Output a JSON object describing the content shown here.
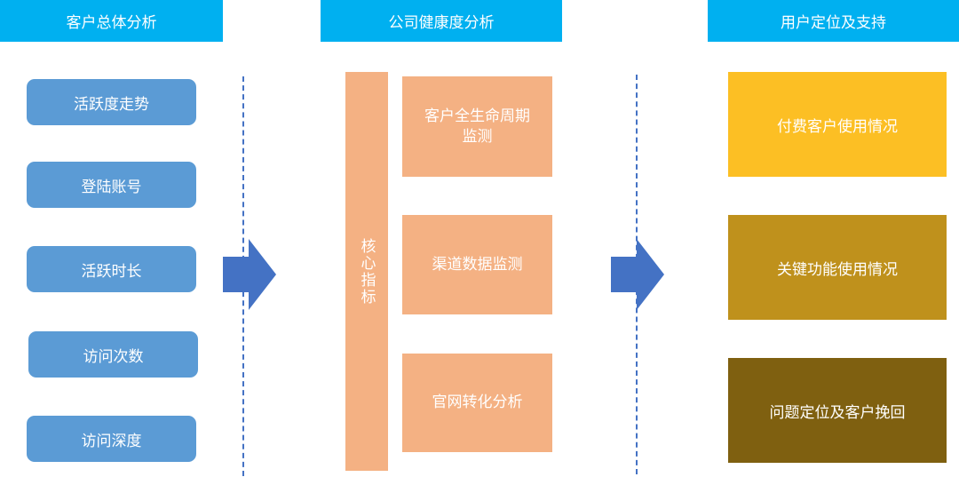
{
  "headers": {
    "left": "客户总体分析",
    "middle": "公司健康度分析",
    "right": "用户定位及支持"
  },
  "left_items": [
    "活跃度走势",
    "登陆账号",
    "活跃时长",
    "访问次数",
    "访问深度"
  ],
  "middle": {
    "core_label": "核心指标",
    "boxes": [
      {
        "line1": "客户全生命周期",
        "line2": "监测"
      },
      {
        "line1": "渠道数据监测",
        "line2": ""
      },
      {
        "line1": "官网转化分析",
        "line2": ""
      }
    ]
  },
  "right_items": [
    "付费客户使用情况",
    "关键功能使用情况",
    "问题定位及客户挽回"
  ],
  "colors": {
    "header": "#00b0f0",
    "left_pill": "#5b9bd5",
    "orange": "#f4b183",
    "arrow": "#4472c4",
    "right_box_1": "#fcbf24",
    "right_box_2": "#bf911c",
    "right_box_3": "#7f6010"
  }
}
